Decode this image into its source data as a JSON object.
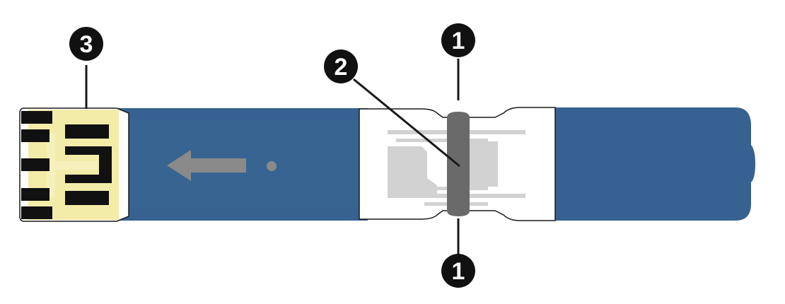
{
  "diagram": {
    "subject": "test-strip",
    "colors": {
      "strip_blue": "#366190",
      "strip_blue_light": "#3d6a97",
      "contact_yellow": "#f3eba8",
      "contact_black": "#111111",
      "window_white": "#ffffff",
      "electrode_gray": "#d2d2d2",
      "sample_band_gray": "#6a6a6a",
      "arrow_gray": "#8a8a8a",
      "callout_fill": "#111111",
      "callout_text": "#ffffff",
      "outline": "#1a1a1a"
    },
    "icons": {
      "insert_direction": "left-arrow-icon",
      "dot": "dot-icon"
    }
  },
  "callouts": {
    "sample_area_top": {
      "number": "1"
    },
    "sample_area_bottom": {
      "number": "1"
    },
    "sample_window": {
      "number": "2"
    },
    "contacts": {
      "number": "3"
    }
  }
}
